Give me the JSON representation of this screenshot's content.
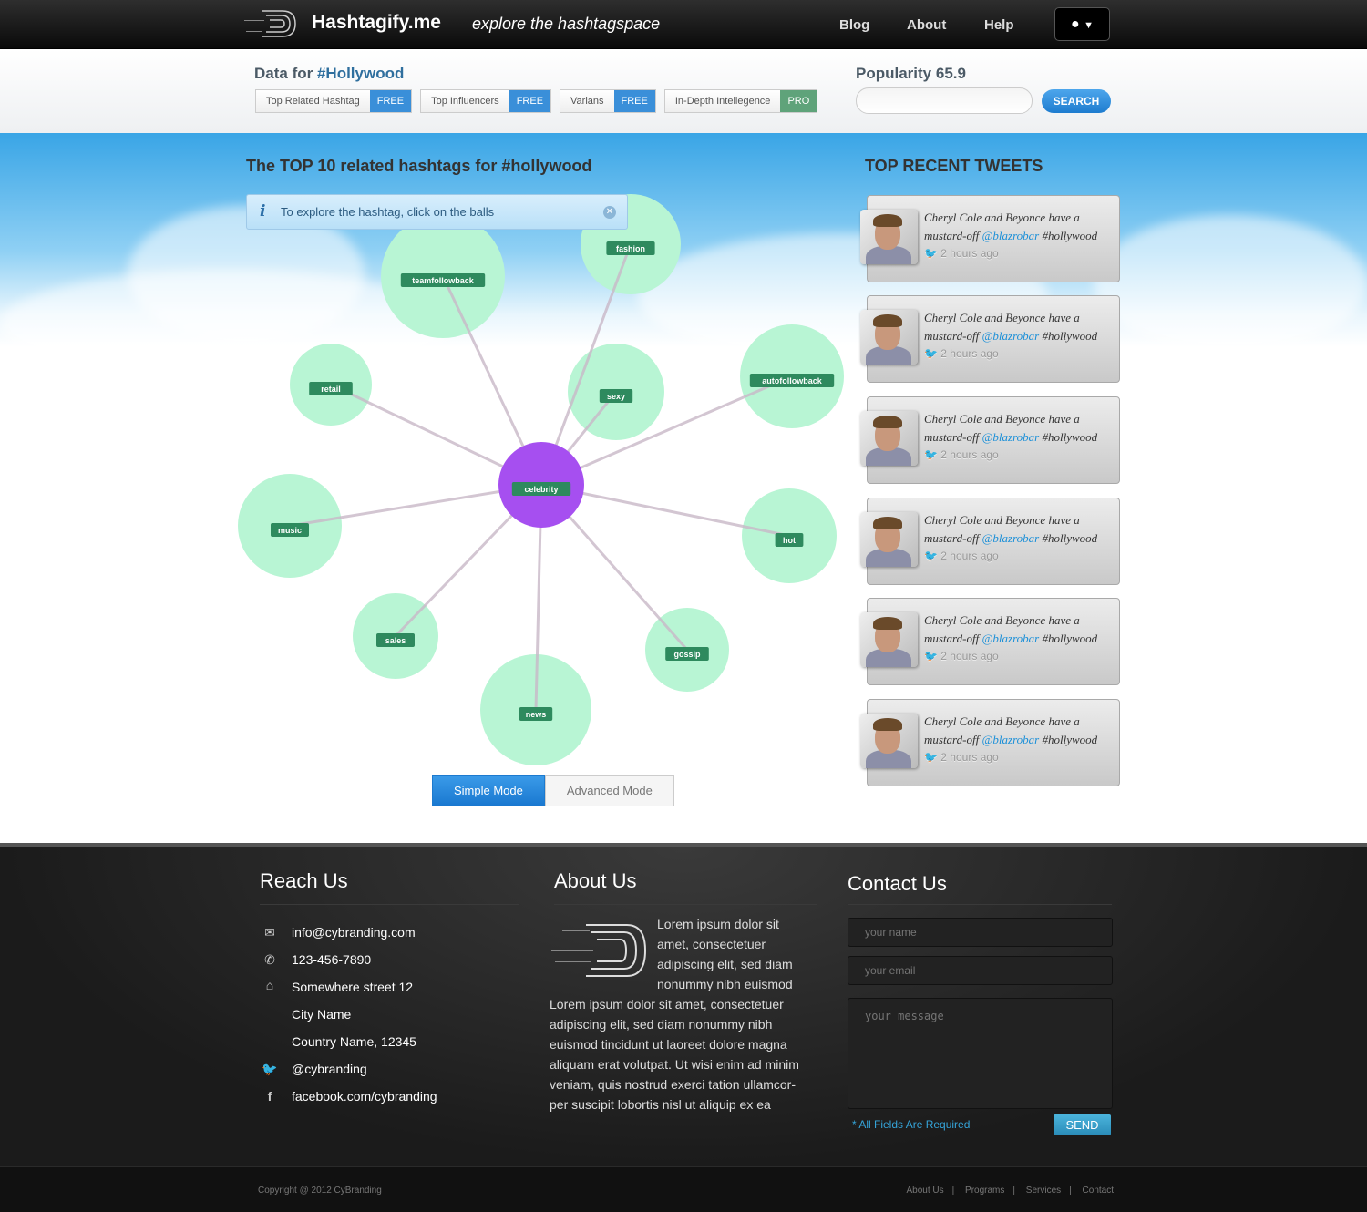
{
  "header": {
    "brand": "Hashtagify.me",
    "tagline": "explore the hashtagspace",
    "nav": [
      "Blog",
      "About",
      "Help"
    ],
    "user_icon": "user-icon"
  },
  "subbar": {
    "data_for_label": "Data for",
    "hashtag": "#Hollywood",
    "tabs": [
      {
        "label": "Top Related Hashtag",
        "badge": "FREE"
      },
      {
        "label": "Top Influencers",
        "badge": "FREE"
      },
      {
        "label": "Varians",
        "badge": "FREE"
      },
      {
        "label": "In-Depth Intellegence",
        "badge": "PRO"
      }
    ],
    "popularity_label": "Popularity",
    "popularity": "65.9",
    "search_value": "",
    "search_button": "SEARCH"
  },
  "main": {
    "title": "The TOP 10 related hashtags for #hollywood",
    "info": "To explore the hashtag, click on the balls",
    "center": "celebrity",
    "related": [
      "teamfollowback",
      "fashion",
      "retail",
      "sexy",
      "autofollowback",
      "music",
      "hot",
      "sales",
      "gossip",
      "news"
    ],
    "modes": [
      "Simple Mode",
      "Advanced Mode"
    ],
    "active_mode": "Simple Mode",
    "colors": {
      "center": "#a64ff0",
      "node": "#b8f5d4",
      "label": "#2e8a5e"
    }
  },
  "tweets": {
    "title": "TOP RECENT TWEETS",
    "items": [
      {
        "text": "Cheryl Cole and Beyonce have a mustard-off",
        "mention": "@blazrobar",
        "hashtag": "#hollywood",
        "time": "2 hours ago"
      },
      {
        "text": "Cheryl Cole and Beyonce have a mustard-off",
        "mention": "@blazrobar",
        "hashtag": "#hollywood",
        "time": "2 hours ago"
      },
      {
        "text": "Cheryl Cole and Beyonce have a mustard-off",
        "mention": "@blazrobar",
        "hashtag": "#hollywood",
        "time": "2 hours ago"
      },
      {
        "text": "Cheryl Cole and Beyonce have a mustard-off",
        "mention": "@blazrobar",
        "hashtag": "#hollywood",
        "time": "2 hours ago"
      },
      {
        "text": "Cheryl Cole and Beyonce have a mustard-off",
        "mention": "@blazrobar",
        "hashtag": "#hollywood",
        "time": "2 hours ago"
      },
      {
        "text": "Cheryl Cole and Beyonce have a mustard-off",
        "mention": "@blazrobar",
        "hashtag": "#hollywood",
        "time": "2 hours ago"
      }
    ]
  },
  "footer": {
    "reach": {
      "title": "Reach Us",
      "email": "info@cybranding.com",
      "phone": "123-456-7890",
      "address": [
        "Somewhere street 12",
        "City Name",
        "Country Name, 12345"
      ],
      "twitter": "@cybranding",
      "facebook": "facebook.com/cybranding"
    },
    "about": {
      "title": "About Us",
      "text": "Lorem ipsum dolor sit amet, consectetuer adipiscing elit, sed diam nonummy nibh euismod Lorem ipsum dolor sit amet, consectetuer adipiscing elit, sed diam nonummy nibh euismod tincidunt ut laoreet dolore magna aliquam erat volutpat. Ut wisi enim ad minim veniam, quis nostrud exerci tation ullamcor-per suscipit lobortis nisl ut aliquip ex ea"
    },
    "contact": {
      "title": "Contact Us",
      "name_placeholder": "your name",
      "email_placeholder": "your email",
      "message_placeholder": "your message",
      "required": "* All Fields Are Required",
      "send": "SEND"
    },
    "copyright": "Copyright @ 2012 CyBranding",
    "links": [
      "About Us",
      "Programs",
      "Services",
      "Contact"
    ]
  }
}
